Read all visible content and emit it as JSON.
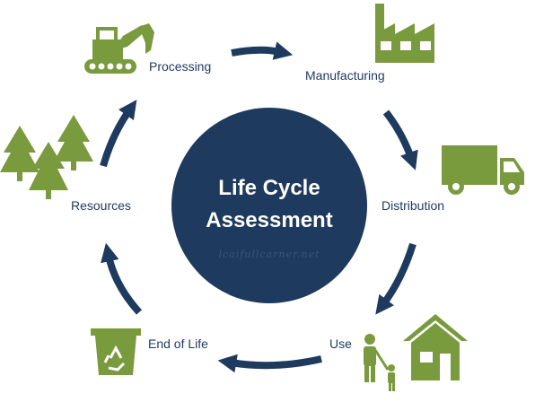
{
  "center": {
    "line1": "Life Cycle",
    "line2": "Assessment",
    "watermark": "lcaifullcarner.net"
  },
  "stages": {
    "processing": "Processing",
    "manufacturing": "Manufacturing",
    "distribution": "Distribution",
    "use": "Use",
    "end_of_life": "End of Life",
    "resources": "Resources"
  },
  "icons": {
    "processing": "excavator-icon",
    "manufacturing": "factory-icon",
    "distribution": "truck-icon",
    "use": "house-and-people-icon",
    "end_of_life": "recycle-bin-icon",
    "resources": "trees-icon"
  },
  "colors": {
    "navy": "#1f3a5f",
    "green": "#7a9a3e",
    "white": "#ffffff"
  }
}
